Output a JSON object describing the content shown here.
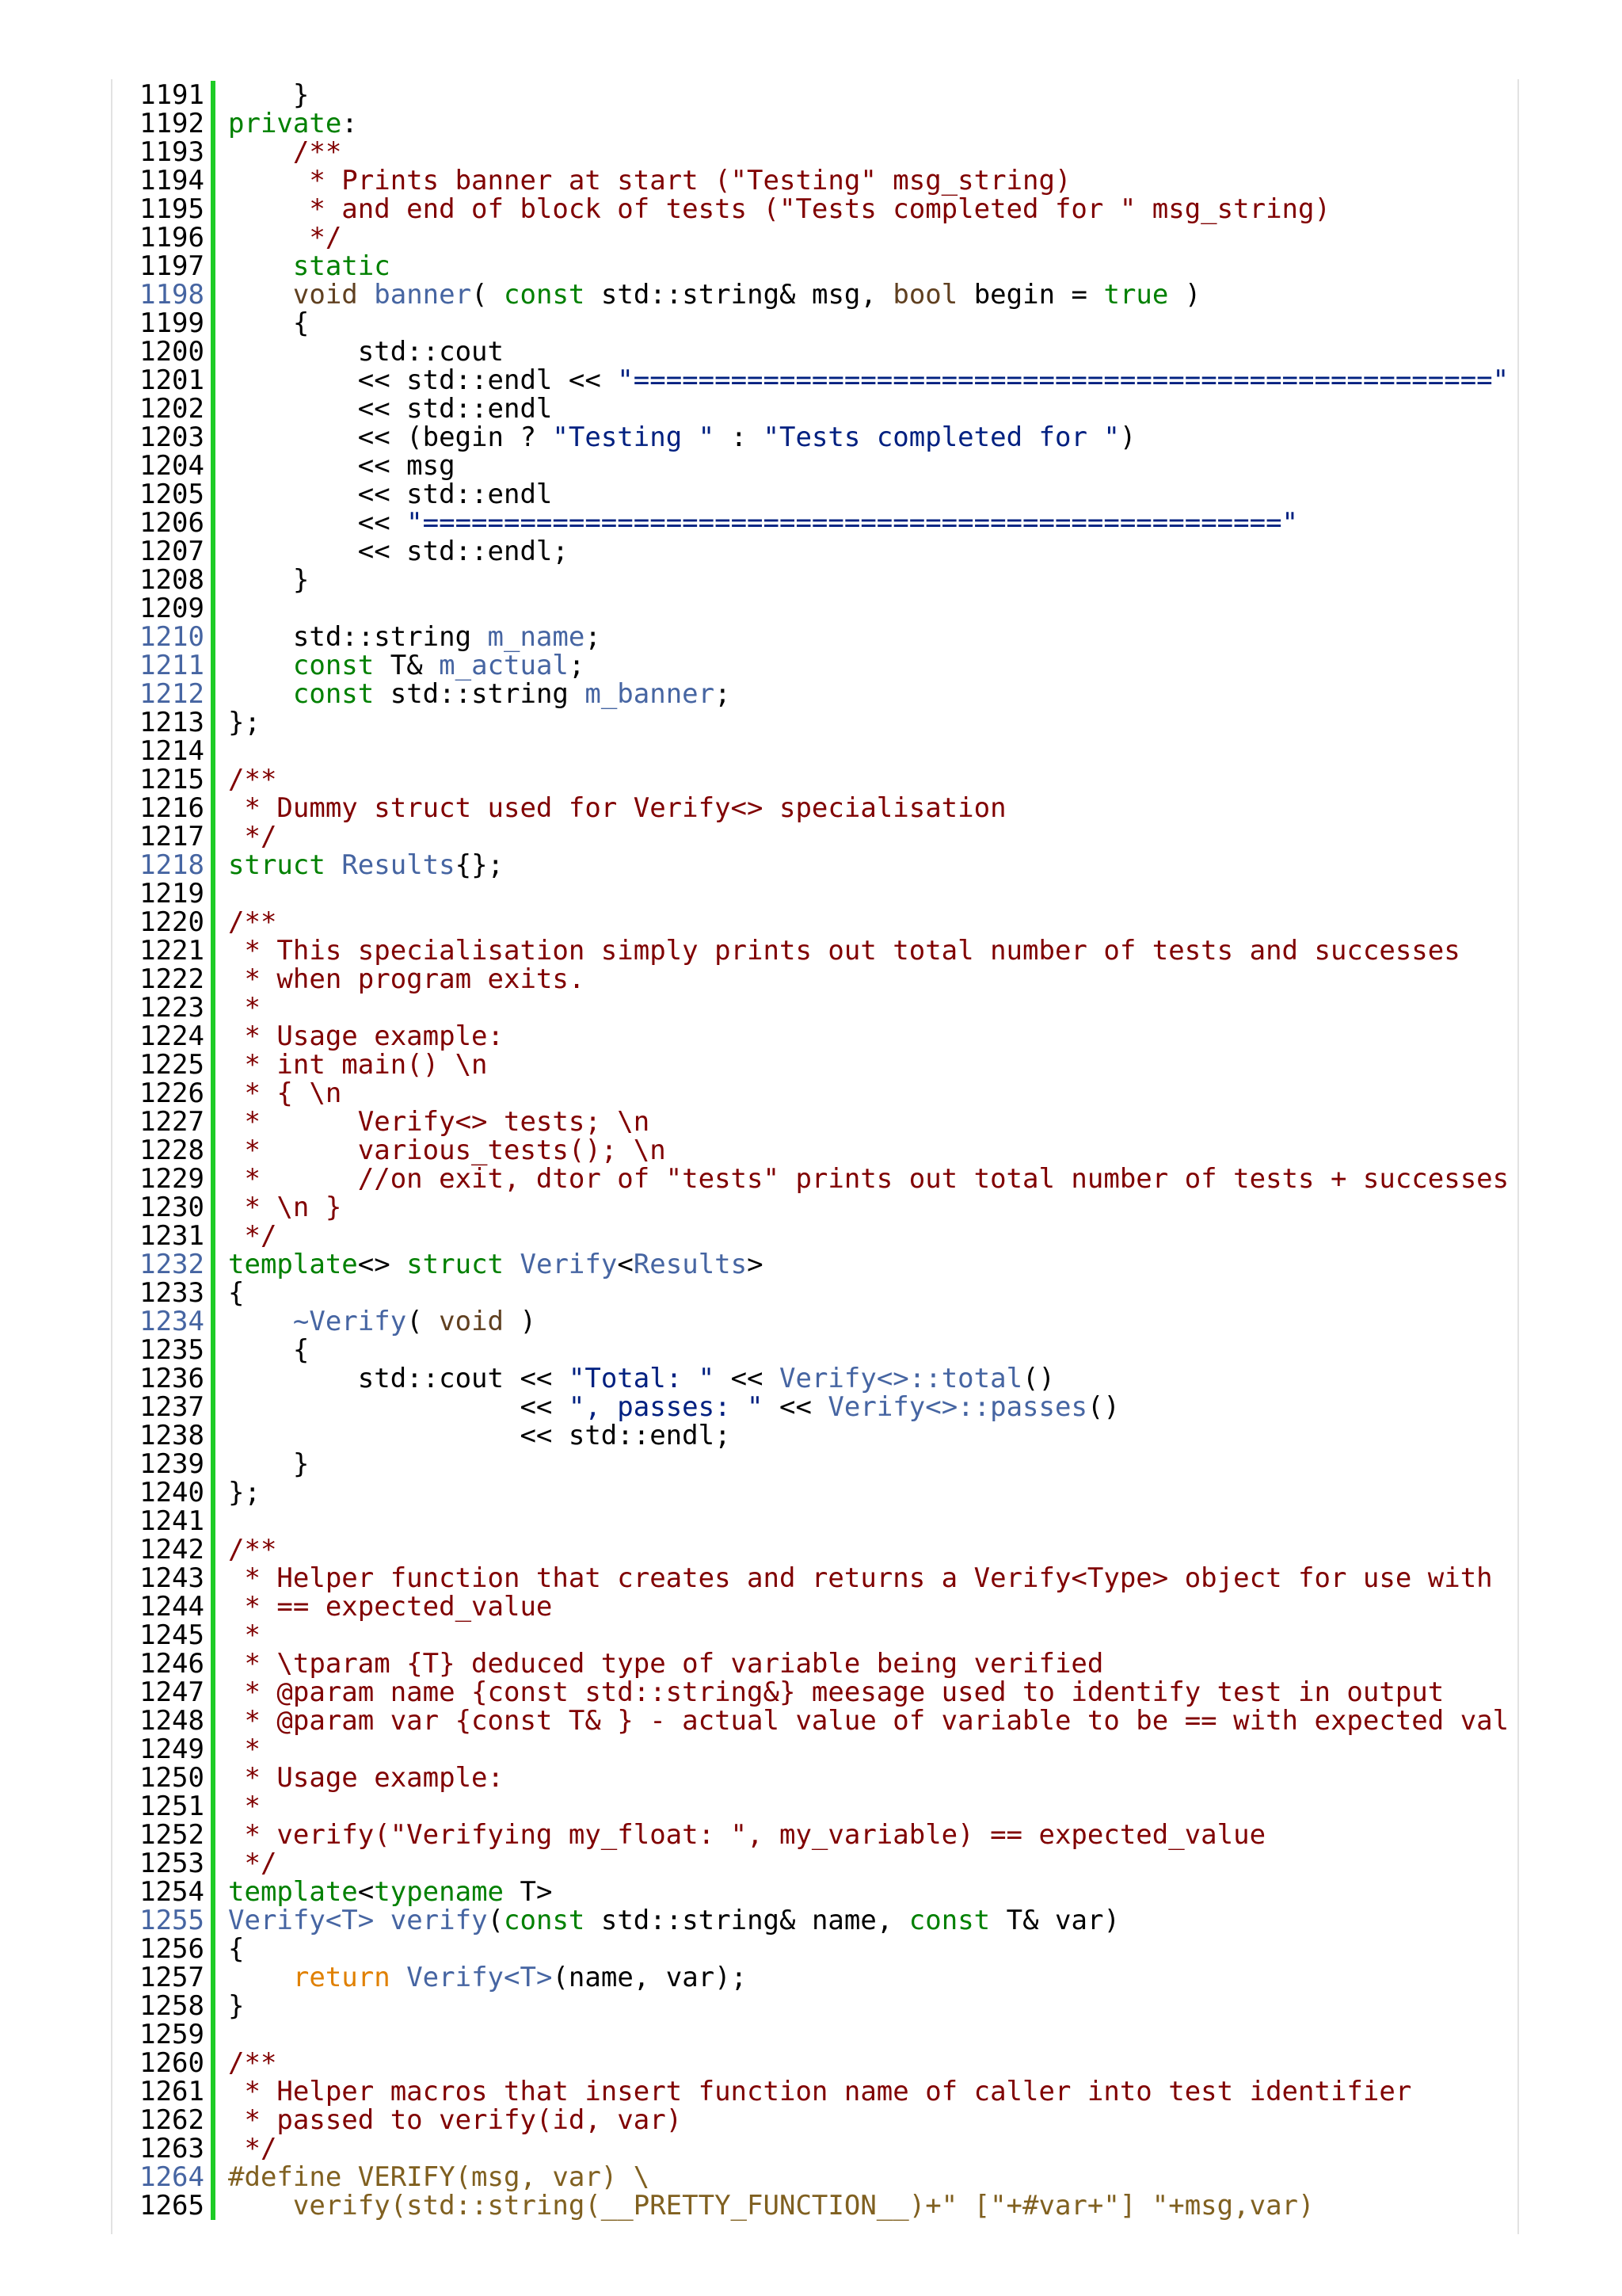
{
  "colors": {
    "comment": "#800000",
    "keyword": "#008000",
    "keyword_flow": "#e08000",
    "keyword_type": "#604020",
    "string": "#002080",
    "link": "#4665a2",
    "preprocessor": "#806020",
    "gutter": "#1ecc26"
  },
  "code_lines": [
    {
      "n": "1191",
      "tokens": [
        [
          "code",
          "    }"
        ]
      ]
    },
    {
      "n": "1192",
      "tokens": [
        [
          "kw",
          "private"
        ],
        [
          "code",
          ":"
        ]
      ]
    },
    {
      "n": "1193",
      "tokens": [
        [
          "cm",
          "    /**"
        ]
      ]
    },
    {
      "n": "1194",
      "tokens": [
        [
          "cm",
          "     * Prints banner at start (\"Testing\" msg_string)"
        ]
      ]
    },
    {
      "n": "1195",
      "tokens": [
        [
          "cm",
          "     * and end of block of tests (\"Tests completed for \" msg_string)"
        ]
      ]
    },
    {
      "n": "1196",
      "tokens": [
        [
          "cm",
          "     */"
        ]
      ]
    },
    {
      "n": "1197",
      "tokens": [
        [
          "code",
          "    "
        ],
        [
          "kw",
          "static"
        ]
      ]
    },
    {
      "n": "1198",
      "link": true,
      "tokens": [
        [
          "code",
          "    "
        ],
        [
          "kt",
          "void"
        ],
        [
          "code",
          " "
        ],
        [
          "ln",
          "banner"
        ],
        [
          "code",
          "( "
        ],
        [
          "kw",
          "const"
        ],
        [
          "code",
          " std::string& msg, "
        ],
        [
          "kt",
          "bool"
        ],
        [
          "code",
          " begin = "
        ],
        [
          "kw",
          "true"
        ],
        [
          "code",
          " )"
        ]
      ]
    },
    {
      "n": "1199",
      "tokens": [
        [
          "code",
          "    {"
        ]
      ]
    },
    {
      "n": "1200",
      "tokens": [
        [
          "code",
          "        std::cout"
        ]
      ]
    },
    {
      "n": "1201",
      "tokens": [
        [
          "code",
          "        << std::endl << "
        ],
        [
          "st",
          "\"=====================================================\""
        ]
      ]
    },
    {
      "n": "1202",
      "tokens": [
        [
          "code",
          "        << std::endl"
        ]
      ]
    },
    {
      "n": "1203",
      "tokens": [
        [
          "code",
          "        << (begin ? "
        ],
        [
          "st",
          "\"Testing \""
        ],
        [
          "code",
          " : "
        ],
        [
          "st",
          "\"Tests completed for \""
        ],
        [
          "code",
          ")"
        ]
      ]
    },
    {
      "n": "1204",
      "tokens": [
        [
          "code",
          "        << msg"
        ]
      ]
    },
    {
      "n": "1205",
      "tokens": [
        [
          "code",
          "        << std::endl"
        ]
      ]
    },
    {
      "n": "1206",
      "tokens": [
        [
          "code",
          "        << "
        ],
        [
          "st",
          "\"=====================================================\""
        ]
      ]
    },
    {
      "n": "1207",
      "tokens": [
        [
          "code",
          "        << std::endl;"
        ]
      ]
    },
    {
      "n": "1208",
      "tokens": [
        [
          "code",
          "    }"
        ]
      ]
    },
    {
      "n": "1209",
      "tokens": []
    },
    {
      "n": "1210",
      "link": true,
      "tokens": [
        [
          "code",
          "    std::string "
        ],
        [
          "ln",
          "m_name"
        ],
        [
          "code",
          ";"
        ]
      ]
    },
    {
      "n": "1211",
      "link": true,
      "tokens": [
        [
          "code",
          "    "
        ],
        [
          "kw",
          "const"
        ],
        [
          "code",
          " T& "
        ],
        [
          "ln",
          "m_actual"
        ],
        [
          "code",
          ";"
        ]
      ]
    },
    {
      "n": "1212",
      "link": true,
      "tokens": [
        [
          "code",
          "    "
        ],
        [
          "kw",
          "const"
        ],
        [
          "code",
          " std::string "
        ],
        [
          "ln",
          "m_banner"
        ],
        [
          "code",
          ";"
        ]
      ]
    },
    {
      "n": "1213",
      "tokens": [
        [
          "code",
          "};"
        ]
      ]
    },
    {
      "n": "1214",
      "tokens": []
    },
    {
      "n": "1215",
      "tokens": [
        [
          "cm",
          "/**"
        ]
      ]
    },
    {
      "n": "1216",
      "tokens": [
        [
          "cm",
          " * Dummy struct used for Verify<> specialisation"
        ]
      ]
    },
    {
      "n": "1217",
      "tokens": [
        [
          "cm",
          " */"
        ]
      ]
    },
    {
      "n": "1218",
      "link": true,
      "tokens": [
        [
          "kw",
          "struct"
        ],
        [
          "code",
          " "
        ],
        [
          "ln",
          "Results"
        ],
        [
          "code",
          "{};"
        ]
      ]
    },
    {
      "n": "1219",
      "tokens": []
    },
    {
      "n": "1220",
      "tokens": [
        [
          "cm",
          "/**"
        ]
      ]
    },
    {
      "n": "1221",
      "tokens": [
        [
          "cm",
          " * This specialisation simply prints out total number of tests and successes"
        ]
      ]
    },
    {
      "n": "1222",
      "tokens": [
        [
          "cm",
          " * when program exits."
        ]
      ]
    },
    {
      "n": "1223",
      "tokens": [
        [
          "cm",
          " *"
        ]
      ]
    },
    {
      "n": "1224",
      "tokens": [
        [
          "cm",
          " * Usage example:"
        ]
      ]
    },
    {
      "n": "1225",
      "tokens": [
        [
          "cm",
          " * int main() \\n"
        ]
      ]
    },
    {
      "n": "1226",
      "tokens": [
        [
          "cm",
          " * { \\n"
        ]
      ]
    },
    {
      "n": "1227",
      "tokens": [
        [
          "cm",
          " *      Verify<> tests; \\n"
        ]
      ]
    },
    {
      "n": "1228",
      "tokens": [
        [
          "cm",
          " *      various_tests(); \\n"
        ]
      ]
    },
    {
      "n": "1229",
      "tokens": [
        [
          "cm",
          " *      //on exit, dtor of \"tests\" prints out total number of tests + successes"
        ]
      ]
    },
    {
      "n": "1230",
      "tokens": [
        [
          "cm",
          " * \\n }"
        ]
      ]
    },
    {
      "n": "1231",
      "tokens": [
        [
          "cm",
          " */"
        ]
      ]
    },
    {
      "n": "1232",
      "link": true,
      "tokens": [
        [
          "kw",
          "template"
        ],
        [
          "code",
          "<> "
        ],
        [
          "kw",
          "struct"
        ],
        [
          "code",
          " "
        ],
        [
          "ln",
          "Verify"
        ],
        [
          "code",
          "<"
        ],
        [
          "ln",
          "Results"
        ],
        [
          "code",
          ">"
        ]
      ]
    },
    {
      "n": "1233",
      "tokens": [
        [
          "code",
          "{"
        ]
      ]
    },
    {
      "n": "1234",
      "link": true,
      "tokens": [
        [
          "code",
          "    "
        ],
        [
          "ln",
          "~Verify"
        ],
        [
          "code",
          "( "
        ],
        [
          "kt",
          "void"
        ],
        [
          "code",
          " )"
        ]
      ]
    },
    {
      "n": "1235",
      "tokens": [
        [
          "code",
          "    {"
        ]
      ]
    },
    {
      "n": "1236",
      "tokens": [
        [
          "code",
          "        std::cout << "
        ],
        [
          "st",
          "\"Total: \""
        ],
        [
          "code",
          " << "
        ],
        [
          "ln",
          "Verify<>::total"
        ],
        [
          "code",
          "()"
        ]
      ]
    },
    {
      "n": "1237",
      "tokens": [
        [
          "code",
          "                  << "
        ],
        [
          "st",
          "\", passes: \""
        ],
        [
          "code",
          " << "
        ],
        [
          "ln",
          "Verify<>::passes"
        ],
        [
          "code",
          "()"
        ]
      ]
    },
    {
      "n": "1238",
      "tokens": [
        [
          "code",
          "                  << std::endl;"
        ]
      ]
    },
    {
      "n": "1239",
      "tokens": [
        [
          "code",
          "    }"
        ]
      ]
    },
    {
      "n": "1240",
      "tokens": [
        [
          "code",
          "};"
        ]
      ]
    },
    {
      "n": "1241",
      "tokens": []
    },
    {
      "n": "1242",
      "tokens": [
        [
          "cm",
          "/**"
        ]
      ]
    },
    {
      "n": "1243",
      "tokens": [
        [
          "cm",
          " * Helper function that creates and returns a Verify<Type> object for use with"
        ]
      ]
    },
    {
      "n": "1244",
      "tokens": [
        [
          "cm",
          " * == expected_value"
        ]
      ]
    },
    {
      "n": "1245",
      "tokens": [
        [
          "cm",
          " *"
        ]
      ]
    },
    {
      "n": "1246",
      "tokens": [
        [
          "cm",
          " * \\tparam {T} deduced type of variable being verified"
        ]
      ]
    },
    {
      "n": "1247",
      "tokens": [
        [
          "cm",
          " * @param name {const std::string&} meesage used to identify test in output"
        ]
      ]
    },
    {
      "n": "1248",
      "tokens": [
        [
          "cm",
          " * @param var {const T& } - actual value of variable to be == with expected val"
        ]
      ]
    },
    {
      "n": "1249",
      "tokens": [
        [
          "cm",
          " *"
        ]
      ]
    },
    {
      "n": "1250",
      "tokens": [
        [
          "cm",
          " * Usage example:"
        ]
      ]
    },
    {
      "n": "1251",
      "tokens": [
        [
          "cm",
          " *"
        ]
      ]
    },
    {
      "n": "1252",
      "tokens": [
        [
          "cm",
          " * verify(\"Verifying my_float: \", my_variable) == expected_value"
        ]
      ]
    },
    {
      "n": "1253",
      "tokens": [
        [
          "cm",
          " */"
        ]
      ]
    },
    {
      "n": "1254",
      "tokens": [
        [
          "kw",
          "template"
        ],
        [
          "code",
          "<"
        ],
        [
          "kw",
          "typename"
        ],
        [
          "code",
          " T>"
        ]
      ]
    },
    {
      "n": "1255",
      "link": true,
      "tokens": [
        [
          "ln",
          "Verify<T>"
        ],
        [
          "code",
          " "
        ],
        [
          "ln",
          "verify"
        ],
        [
          "code",
          "("
        ],
        [
          "kw",
          "const"
        ],
        [
          "code",
          " std::string& name, "
        ],
        [
          "kw",
          "const"
        ],
        [
          "code",
          " T& var)"
        ]
      ]
    },
    {
      "n": "1256",
      "tokens": [
        [
          "code",
          "{"
        ]
      ]
    },
    {
      "n": "1257",
      "tokens": [
        [
          "code",
          "    "
        ],
        [
          "kf",
          "return"
        ],
        [
          "code",
          " "
        ],
        [
          "ln",
          "Verify<T>"
        ],
        [
          "code",
          "(name, var);"
        ]
      ]
    },
    {
      "n": "1258",
      "tokens": [
        [
          "code",
          "}"
        ]
      ]
    },
    {
      "n": "1259",
      "tokens": []
    },
    {
      "n": "1260",
      "tokens": [
        [
          "cm",
          "/**"
        ]
      ]
    },
    {
      "n": "1261",
      "tokens": [
        [
          "cm",
          " * Helper macros that insert function name of caller into test identifier"
        ]
      ]
    },
    {
      "n": "1262",
      "tokens": [
        [
          "cm",
          " * passed to verify(id, var)"
        ]
      ]
    },
    {
      "n": "1263",
      "tokens": [
        [
          "cm",
          " */"
        ]
      ]
    },
    {
      "n": "1264",
      "link": true,
      "tokens": [
        [
          "pp",
          "#define VERIFY(msg, var) \\"
        ]
      ]
    },
    {
      "n": "1265",
      "tokens": [
        [
          "pp",
          "    verify(std::string(__PRETTY_FUNCTION__)+\" [\"+#var+\"] \"+msg,var)"
        ]
      ]
    }
  ]
}
